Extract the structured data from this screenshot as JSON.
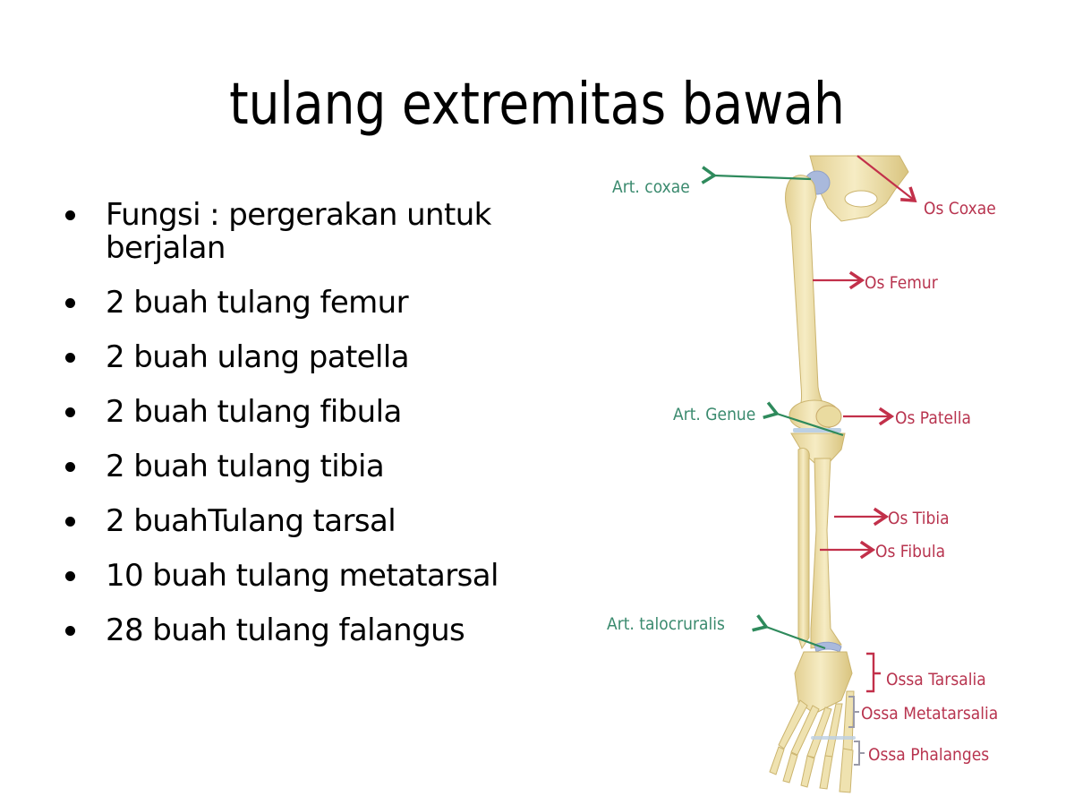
{
  "slide": {
    "title": "tulang  extremitas bawah",
    "bullets": [
      "Fungsi : pergerakan untuk berjalan",
      "2 buah tulang femur",
      "2 buah ulang patella",
      "2 buah tulang fibula",
      "2 buah tulang tibia",
      "2 buahTulang tarsal",
      "10 buah tulang metatarsal",
      "28 buah tulang  falangus"
    ]
  },
  "figure": {
    "description": "anatomical illustration of lower limb bones",
    "colors": {
      "bone": "#efe2b0",
      "bone_shadow": "#d6c27e",
      "cartilage": "#a9b9dc",
      "joint_label": "#3a8a6e",
      "bone_label": "#b8344f",
      "bracket_gray": "#9a9aa8"
    },
    "labels": {
      "art_coxae": "Art. coxae",
      "os_coxae": "Os Coxae",
      "os_femur": "Os Femur",
      "art_genue": "Art. Genue",
      "os_patella": "Os Patella",
      "os_tibia": "Os Tibia",
      "os_fibula": "Os Fibula",
      "art_talocruralis": "Art. talocruralis",
      "ossa_tarsalia": "Ossa Tarsalia",
      "ossa_metatarsalia": "Ossa Metatarsalia",
      "ossa_phalanges": "Ossa Phalanges"
    }
  }
}
